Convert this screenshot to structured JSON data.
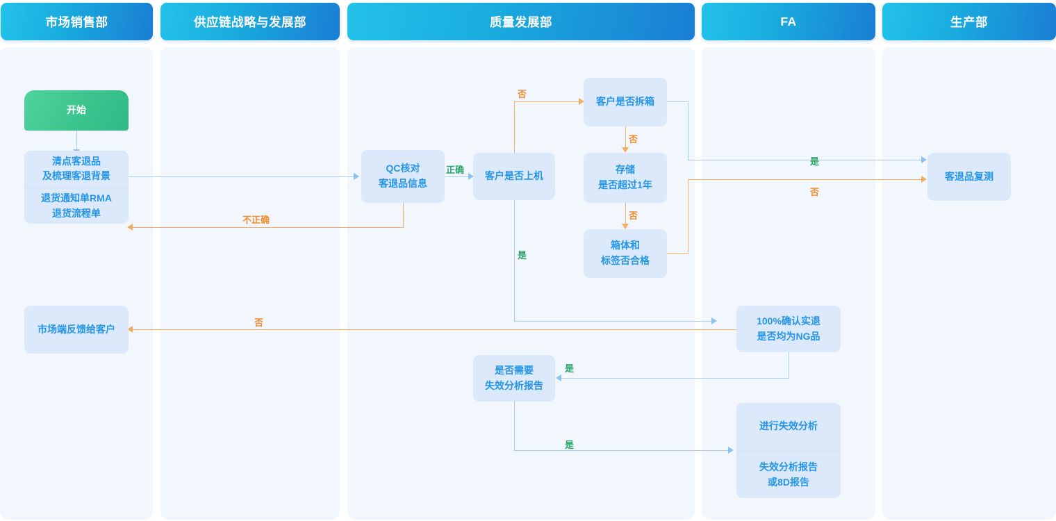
{
  "lanes": [
    {
      "title": "市场销售部"
    },
    {
      "title": "供应链战略与发展部"
    },
    {
      "title": "质量发展部"
    },
    {
      "title": "FA"
    },
    {
      "title": "生产部"
    }
  ],
  "nodes": {
    "start": "开始",
    "count_returns": "清点客退品\n及梳理客退背景",
    "rma_form": "退货通知单RMA\n退货流程单",
    "market_feedback": "市场端反馈给客户",
    "qc_check": "QC核对\n客退品信息",
    "customer_onmachine": "客户是否上机",
    "customer_unbox": "客户是否拆箱",
    "storage_over_1y": "存储\n是否超过1年",
    "box_label_ok": "箱体和\n标签否合格",
    "retest": "客退品复测",
    "confirm_ng": "100%确认实退\n是否均为NG品",
    "need_fa_report": "是否需要\n失效分析报告",
    "do_fa": "进行失效分析",
    "fa_report": "失效分析报告\n或8D报告"
  },
  "node_lines": {
    "count_returns": [
      "清点客退品",
      "及梳理客退背景"
    ],
    "rma_form": [
      "退货通知单RMA",
      "退货流程单"
    ],
    "qc_check": [
      "QC核对",
      "客退品信息"
    ],
    "storage_over_1y": [
      "存储",
      "是否超过1年"
    ],
    "box_label_ok": [
      "箱体和",
      "标签否合格"
    ],
    "confirm_ng": [
      "100%确认实退",
      "是否均为NG品"
    ],
    "need_fa_report": [
      "是否需要",
      "失效分析报告"
    ],
    "fa_report": [
      "失效分析报告",
      "或8D报告"
    ]
  },
  "edge_labels": {
    "correct": "正确",
    "incorrect": "不正确",
    "no_unbox": "否",
    "no_storage": "否",
    "no_box": "否",
    "yes_onmachine": "是",
    "yes_retest": "是",
    "no_retest": "否",
    "no_market": "否",
    "yes_need_report": "是",
    "yes_do_fa": "是"
  },
  "colors": {
    "header_gradient_from": "#23c2e9",
    "header_gradient_to": "#1a7ed3",
    "lane_bg": "#f2f6fd",
    "node_bg": "#dce9fb",
    "node_text": "#2595e6",
    "start_bg": "#3cc48e",
    "yes_label": "#2aa46b",
    "no_label": "#f08c2e",
    "line_blue": "#a8cdf0",
    "line_orange": "#f3b169"
  }
}
